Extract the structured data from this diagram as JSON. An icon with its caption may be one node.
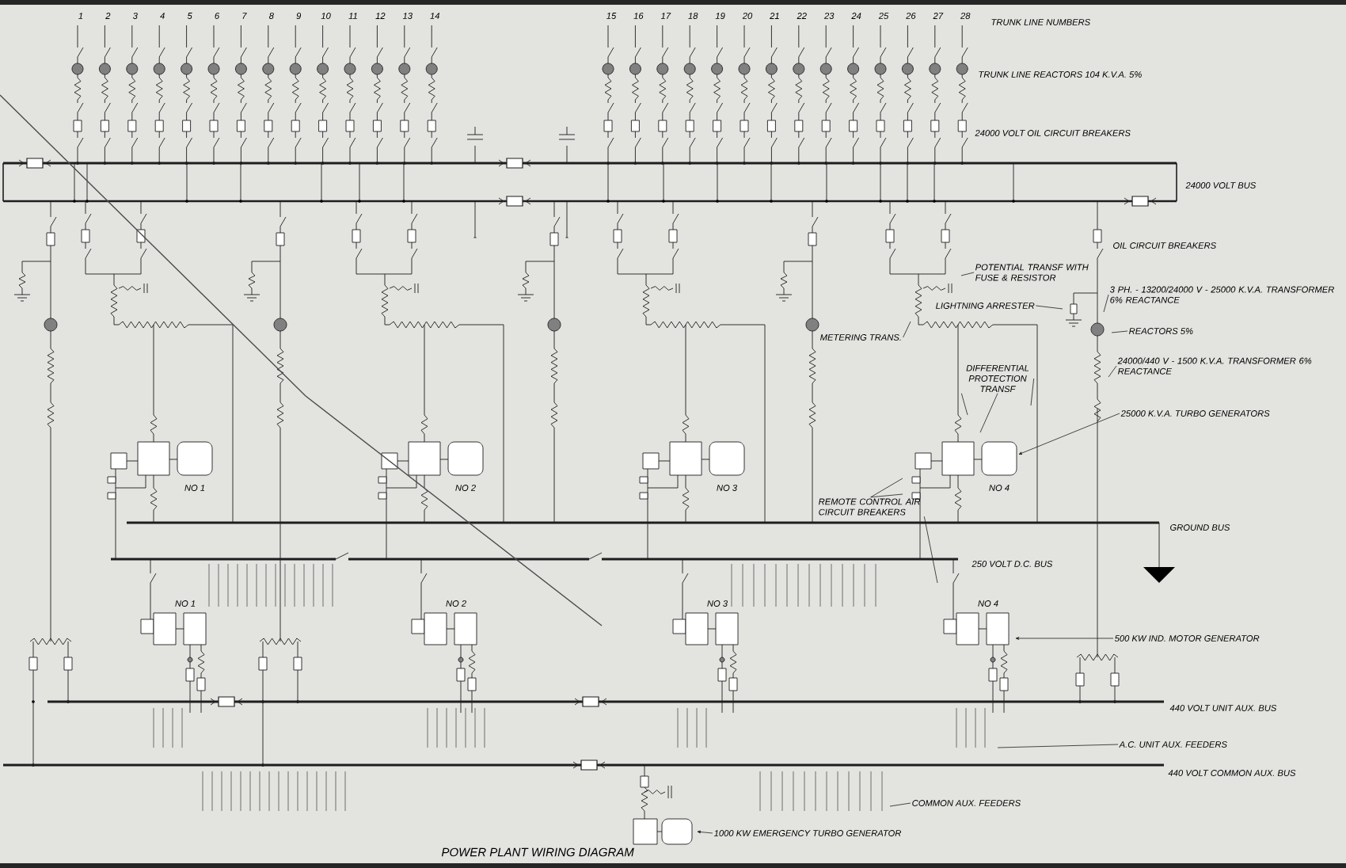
{
  "diagram": {
    "title": "POWER PLANT WIRING DIAGRAM",
    "nodes": [
      {
        "text": [
          "POTENTIAL TRANSF WITH FUSE & RESISTOR"
        ]
      },
      {
        "text": [
          "LIGHTNING ARRESTER"
        ]
      },
      {
        "text": [
          "METERING TRANS."
        ]
      },
      {
        "text": [
          "3 PH. - 13200/24000 V - 25000 K.V.A. TRANSFORMER 6% REACTANCE"
        ]
      },
      {
        "text": [
          "REACTORS 5%"
        ]
      },
      {
        "text": [
          "24000/440 V - 1500 K.V.A. TRANSFORMER 6% REACTANCE"
        ]
      },
      {
        "text": [
          "DIFFERENTIAL PROTECTION TRANSF"
        ]
      },
      {
        "text": [
          "25000 K.V.A. TURBO GENERATORS"
        ]
      },
      {
        "text": [
          "REMOTE CONTROL AIR CIRCUIT BREAKERS"
        ]
      },
      {
        "text": [
          "500 KW IND. MOTOR GENERATOR"
        ]
      },
      {
        "text": [
          "A.C. UNIT AUX. FEEDERS"
        ]
      },
      {
        "text": [
          "COMMON AUX. FEEDERS"
        ]
      },
      {
        "text": [
          "1000 KW EMERGENCY TURBO GENERATOR"
        ]
      }
    ],
    "edges": [
      {
        "from": 0,
        "to": null,
        "arrow": "none"
      },
      {
        "from": 1,
        "to": null,
        "arrow": "none"
      },
      {
        "from": 2,
        "to": null,
        "arrow": "none"
      },
      {
        "from": 3,
        "to": null,
        "arrow": "none"
      },
      {
        "from": 4,
        "to": null,
        "arrow": "none"
      },
      {
        "from": 5,
        "to": null,
        "arrow": "none"
      },
      {
        "from": 6,
        "to": null,
        "arrow": "none"
      },
      {
        "from": 6,
        "to": null,
        "arrow": "none"
      },
      {
        "from": 6,
        "to": null,
        "arrow": "none"
      },
      {
        "from": 7,
        "to": null,
        "arrow": "to"
      },
      {
        "from": 8,
        "to": null,
        "arrow": "none"
      },
      {
        "from": 8,
        "to": null,
        "arrow": "none"
      },
      {
        "from": 8,
        "to": null,
        "arrow": "none"
      },
      {
        "from": 9,
        "to": null,
        "arrow": "to"
      },
      {
        "from": 10,
        "to": null,
        "arrow": "none"
      },
      {
        "from": 11,
        "to": null,
        "arrow": "none"
      },
      {
        "from": 12,
        "to": null,
        "arrow": "to"
      }
    ],
    "labels": [
      "1",
      "2",
      "3",
      "4",
      "5",
      "6",
      "7",
      "8",
      "9",
      "10",
      "11",
      "12",
      "13",
      "14",
      "15",
      "16",
      "17",
      "18",
      "19",
      "20",
      "21",
      "22",
      "23",
      "24",
      "25",
      "26",
      "27",
      "28",
      "TRUNK LINE NUMBERS",
      "TRUNK LINE REACTORS 104 K.V.A. 5%",
      "24000 VOLT OIL CIRCUIT BREAKERS",
      "24000 VOLT BUS",
      "OIL CIRCUIT BREAKERS",
      "NO 1",
      "NO 2",
      "NO 3",
      "NO 4",
      "GROUND BUS",
      "250 VOLT D.C. BUS",
      "NO 1",
      "NO 2",
      "NO 3",
      "NO 4",
      "440 VOLT UNIT AUX. BUS",
      "440 VOLT COMMON AUX. BUS"
    ]
  }
}
